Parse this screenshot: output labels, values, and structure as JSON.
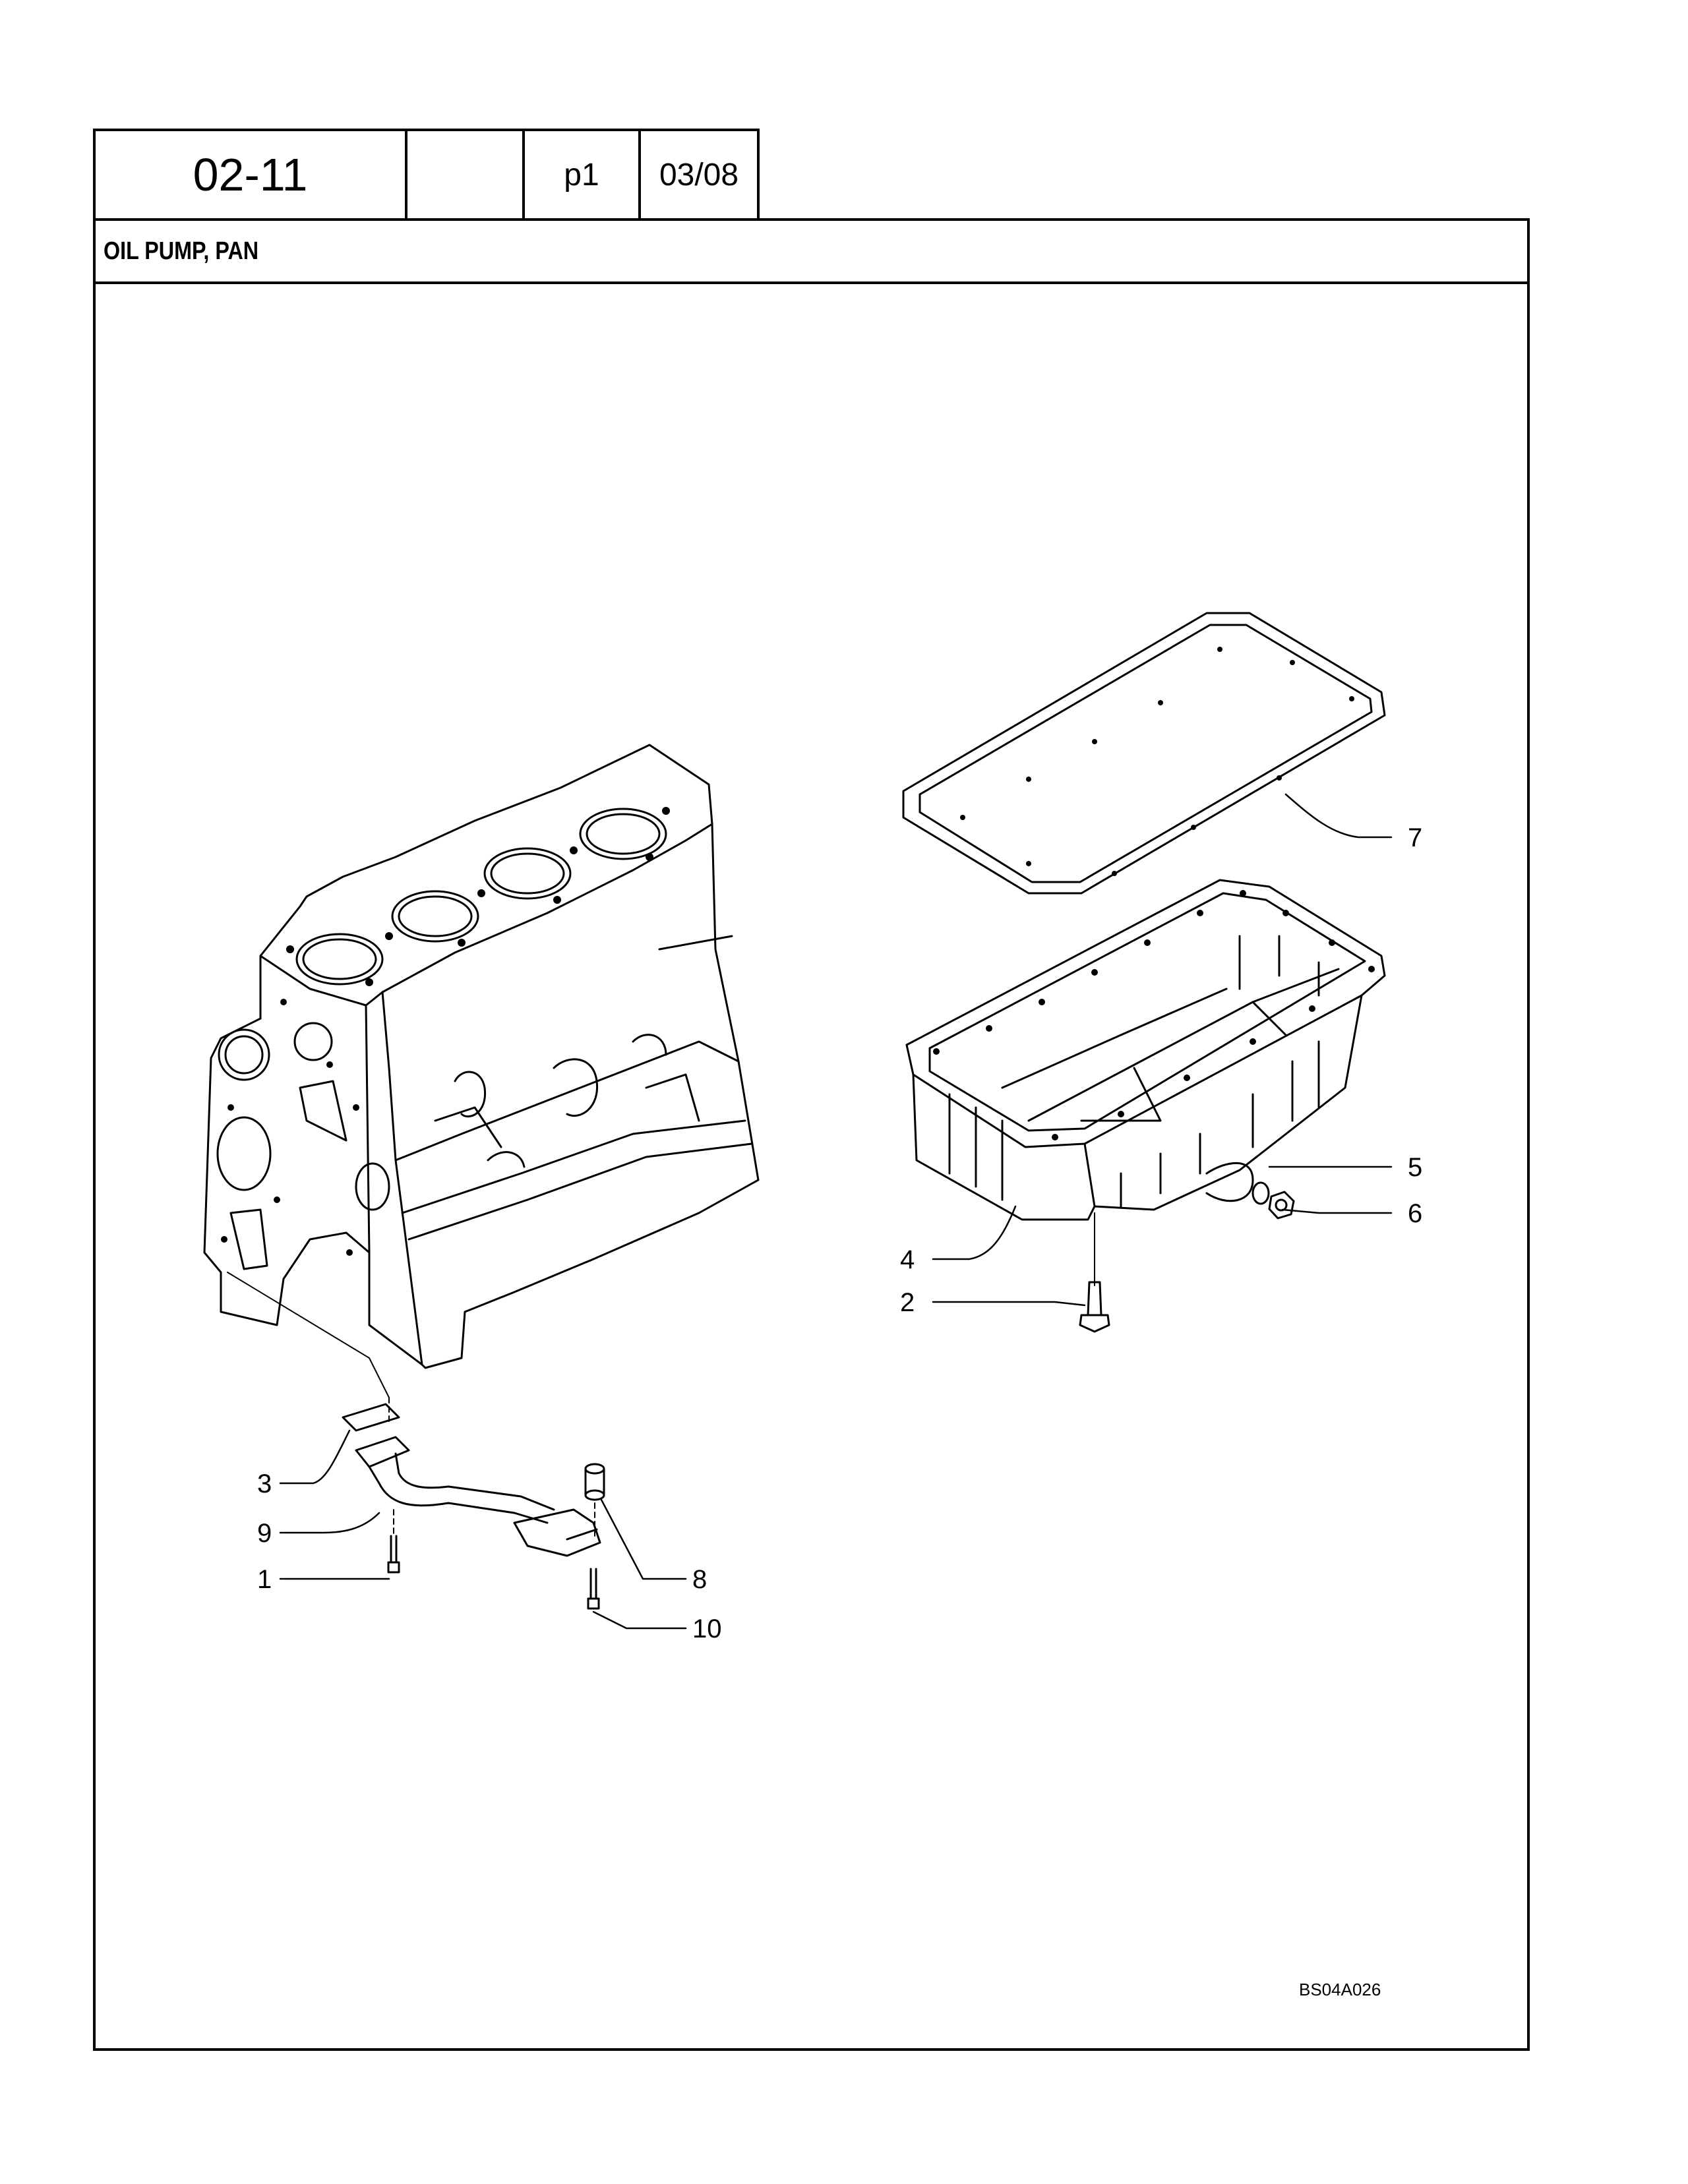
{
  "header": {
    "section_number": "02-11",
    "blank_cell": "",
    "page": "p1",
    "date": "03/08"
  },
  "title": "OIL PUMP, PAN",
  "figure": {
    "reference_code": "BS04A026",
    "callouts": {
      "c1": "1",
      "c2": "2",
      "c3": "3",
      "c4": "4",
      "c5": "5",
      "c6": "6",
      "c7": "7",
      "c8": "8",
      "c9": "9",
      "c10": "10"
    }
  }
}
